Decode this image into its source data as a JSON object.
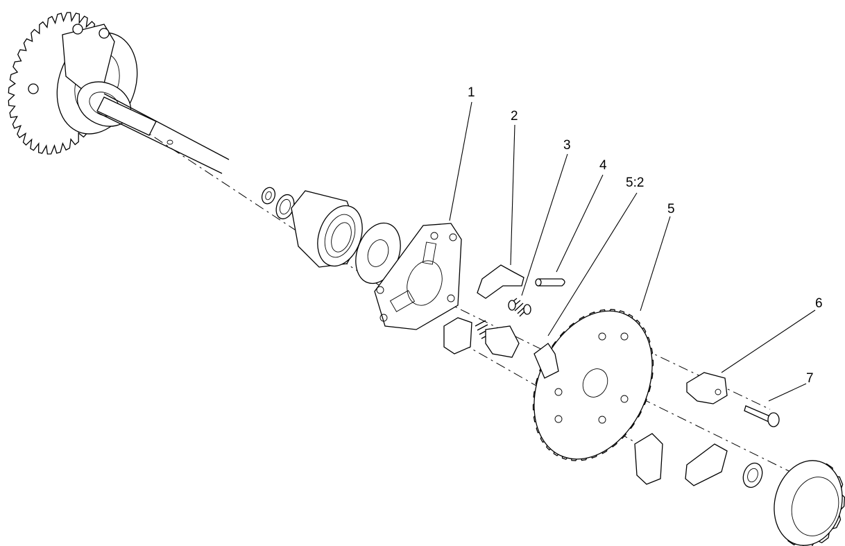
{
  "callouts": [
    {
      "id": "c1",
      "label": "1"
    },
    {
      "id": "c2",
      "label": "2"
    },
    {
      "id": "c3",
      "label": "3"
    },
    {
      "id": "c4",
      "label": "4"
    },
    {
      "id": "c52",
      "label": "5:2"
    },
    {
      "id": "c5",
      "label": "5"
    },
    {
      "id": "c6",
      "label": "6"
    },
    {
      "id": "c7",
      "label": "7"
    }
  ],
  "colors": {
    "line": "#000000",
    "background": "#ffffff"
  }
}
